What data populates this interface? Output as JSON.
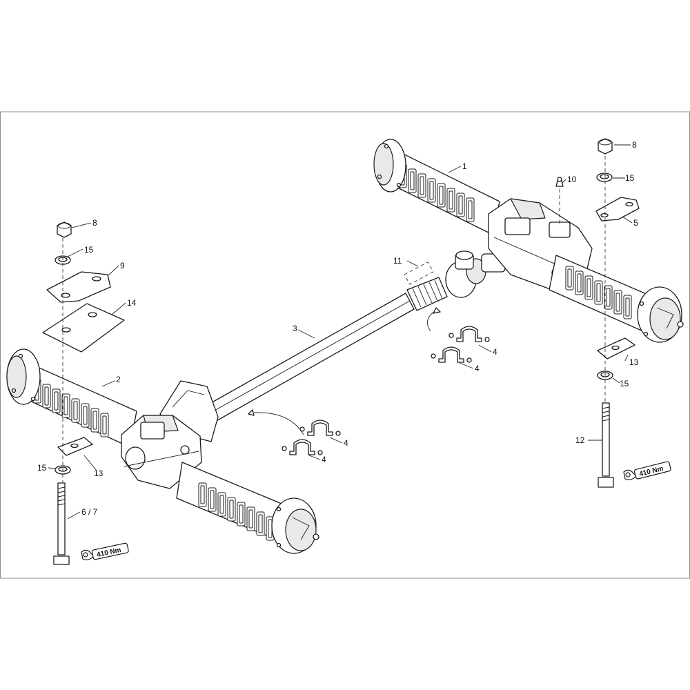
{
  "callouts": {
    "c1": "1",
    "c2": "2",
    "c3": "3",
    "c4a": "4",
    "c4b": "4",
    "c4c": "4",
    "c4d": "4",
    "c5": "5",
    "c6_7": "6 / 7",
    "c8a": "8",
    "c8b": "8",
    "c9": "9",
    "c10": "10",
    "c11": "11",
    "c12": "12",
    "c13a": "13",
    "c13b": "13",
    "c14": "14",
    "c15a": "15",
    "c15b": "15",
    "c15c": "15",
    "c15d": "15"
  },
  "torque": {
    "left": "410 Nm",
    "right": "410 Nm"
  }
}
